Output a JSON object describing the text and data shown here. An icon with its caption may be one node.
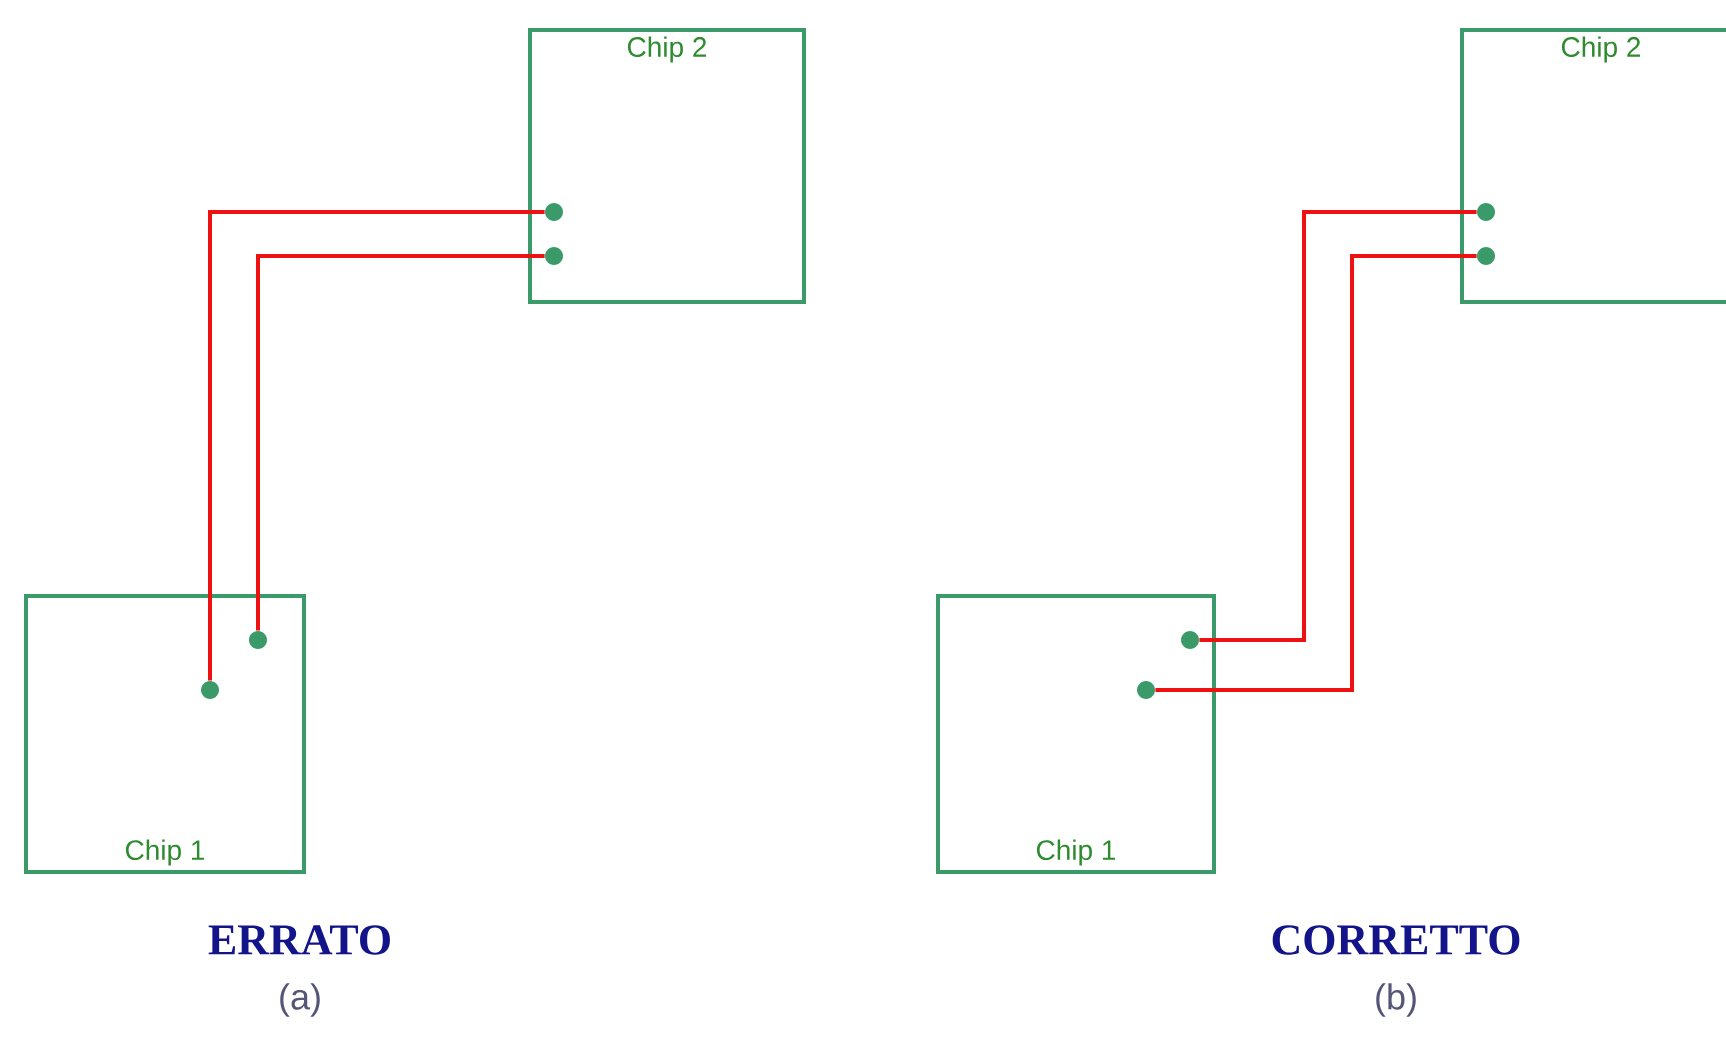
{
  "diagram": {
    "nodes": [
      {
        "text": [
          "Chip 2"
        ]
      },
      {
        "text": [
          "Chip 1"
        ]
      },
      {
        "text": [
          "Chip 2"
        ]
      },
      {
        "text": [
          "Chip 1"
        ]
      },
      {
        "text": [],
        "shape": "circle",
        "in": 0
      },
      {
        "text": [],
        "shape": "circle",
        "in": 0
      },
      {
        "text": [],
        "shape": "circle",
        "in": 1
      },
      {
        "text": [],
        "shape": "circle",
        "in": 1
      },
      {
        "text": [],
        "shape": "circle",
        "in": 2
      },
      {
        "text": [],
        "shape": "circle",
        "in": 2
      },
      {
        "text": [],
        "shape": "circle",
        "in": 3
      },
      {
        "text": [],
        "shape": "circle",
        "in": 3
      }
    ],
    "edges": [
      {
        "from": 6,
        "to": 4,
        "arrow": "none"
      },
      {
        "from": 7,
        "to": 5,
        "arrow": "none"
      },
      {
        "from": 10,
        "to": 8,
        "arrow": "none"
      },
      {
        "from": 11,
        "to": 9,
        "arrow": "none"
      }
    ],
    "labels": [
      "ERRATO",
      "(a)",
      "CORRETTO",
      "(b)"
    ]
  }
}
